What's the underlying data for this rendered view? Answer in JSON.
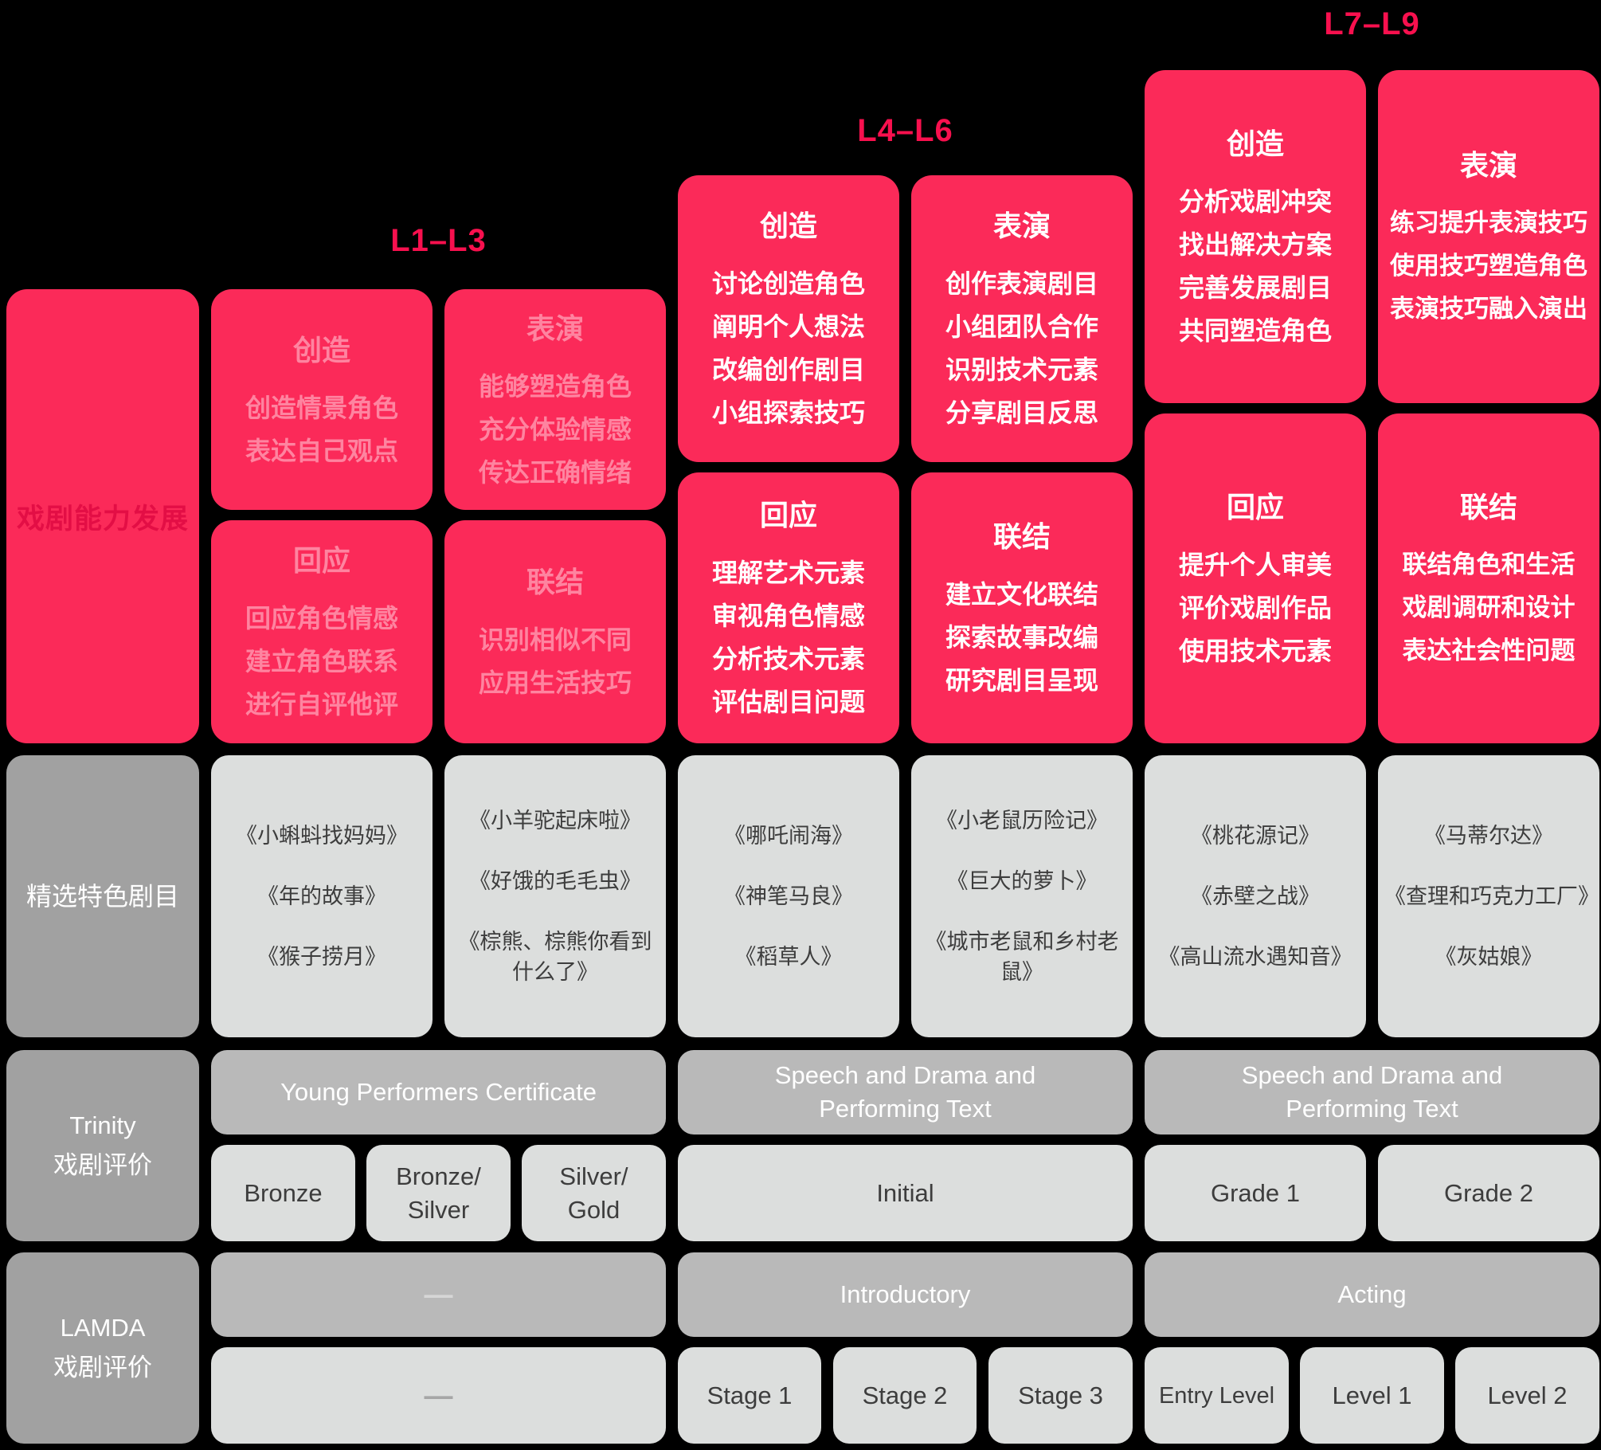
{
  "headers": {
    "l1": "L1–L3",
    "l4": "L4–L6",
    "l7": "L7–L9"
  },
  "ability_label": "戏剧能力发展",
  "matrix": {
    "l1": {
      "create": {
        "title": "创造",
        "body": "创造情景角色\n表达自己观点"
      },
      "perform": {
        "title": "表演",
        "body": "能够塑造角色\n充分体验情感\n传达正确情绪"
      },
      "respond": {
        "title": "回应",
        "body": "回应角色情感\n建立角色联系\n进行自评他评"
      },
      "connect": {
        "title": "联结",
        "body": "识别相似不同\n应用生活技巧"
      }
    },
    "l4": {
      "create": {
        "title": "创造",
        "body": "讨论创造角色\n阐明个人想法\n改编创作剧目\n小组探索技巧"
      },
      "perform": {
        "title": "表演",
        "body": "创作表演剧目\n小组团队合作\n识别技术元素\n分享剧目反思"
      },
      "respond": {
        "title": "回应",
        "body": "理解艺术元素\n审视角色情感\n分析技术元素\n评估剧目问题"
      },
      "connect": {
        "title": "联结",
        "body": "建立文化联结\n探索故事改编\n研究剧目呈现"
      }
    },
    "l7": {
      "create": {
        "title": "创造",
        "body": "分析戏剧冲突\n找出解决方案\n完善发展剧目\n共同塑造角色"
      },
      "perform": {
        "title": "表演",
        "body": "练习提升表演技巧\n使用技巧塑造角色\n表演技巧融入演出"
      },
      "respond": {
        "title": "回应",
        "body": "提升个人审美\n评价戏剧作品\n使用技术元素"
      },
      "connect": {
        "title": "联结",
        "body": "联结角色和生活\n戏剧调研和设计\n表达社会性问题"
      }
    }
  },
  "plays": {
    "label": "精选特色剧目",
    "columns": [
      [
        "《小蝌蚪找妈妈》",
        "《年的故事》",
        "《猴子捞月》"
      ],
      [
        "《小羊驼起床啦》",
        "《好饿的毛毛虫》",
        "《棕熊、棕熊你看到什么了》"
      ],
      [
        "《哪吒闹海》",
        "《神笔马良》",
        "《稻草人》"
      ],
      [
        "《小老鼠历险记》",
        "《巨大的萝卜》",
        "《城市老鼠和乡村老鼠》"
      ],
      [
        "《桃花源记》",
        "《赤壁之战》",
        "《高山流水遇知音》"
      ],
      [
        "《马蒂尔达》",
        "《查理和巧克力工厂》",
        "《灰姑娘》"
      ]
    ]
  },
  "trinity": {
    "label": "Trinity\n戏剧评价",
    "bands": [
      "Young Performers Certificate",
      "Speech and Drama and Performing Text",
      "Speech and Drama and Performing Text"
    ],
    "grades": [
      "Bronze",
      "Bronze/\nSilver",
      "Silver/\nGold",
      "Initial",
      "Grade 1",
      "Grade 2"
    ]
  },
  "lamda": {
    "label": "LAMDA\n戏剧评价",
    "bands": [
      "—",
      "Introductory",
      "Acting"
    ],
    "levels": [
      "—",
      "Stage 1",
      "Stage 2",
      "Stage 3",
      "Entry Level",
      "Level 1",
      "Level 2"
    ]
  },
  "colors": {
    "background": "#000000",
    "card_pink": "#fb2a59",
    "header_pink": "#f8104e",
    "ability_text": "#e30e45",
    "l1_card_text": "#fe84a0",
    "card_text_white": "#ffffff",
    "label_gray": "#a1a1a1",
    "band_gray": "#b9b9b9",
    "cell_gray": "#dcdedd",
    "cell_text": "#3d3d3d"
  }
}
